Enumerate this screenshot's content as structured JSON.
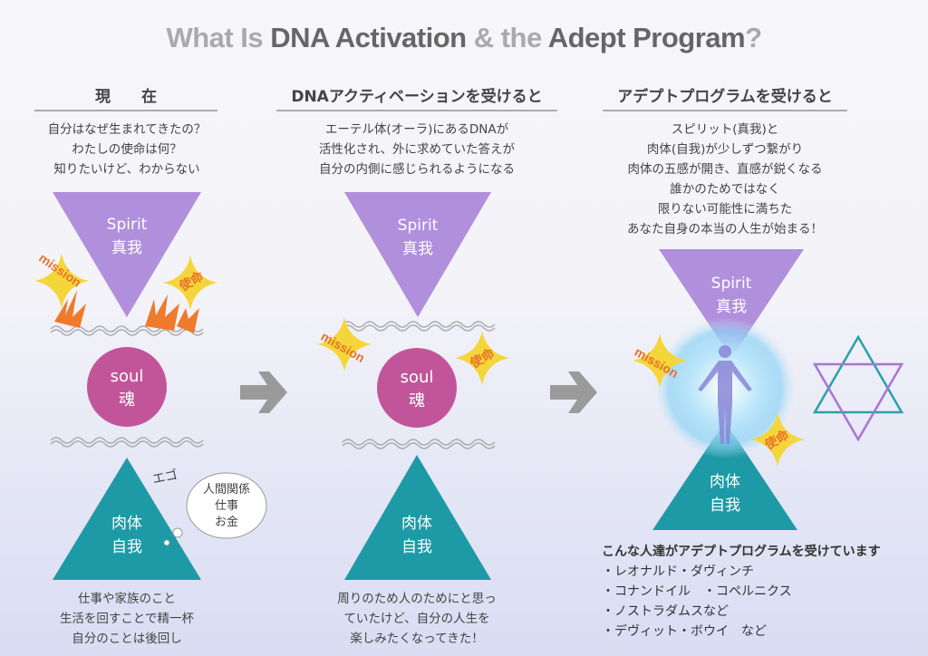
{
  "title": {
    "part1": "What Is ",
    "part2": "DNA Activation",
    "part3": " & the ",
    "part4": "Adept Program",
    "part5": "?"
  },
  "columns": [
    {
      "header": "現　　在",
      "desc": [
        "自分はなぜ生まれてきたの？",
        "わたしの使命は何？",
        "知りたいけど、わからない"
      ],
      "spirit": "Spirit",
      "spirit_jp": "真我",
      "soul": "soul",
      "soul_jp": "魂",
      "body": "肉体",
      "body_jp": "自我",
      "ego": "エゴ",
      "bubble": [
        "人間関係",
        "仕事",
        "お金"
      ],
      "bottom": [
        "仕事や家族のこと",
        "生活を回すことで精一杯",
        "自分のことは後回し"
      ]
    },
    {
      "header": "DNAアクティベーションを受けると",
      "desc": [
        "エーテル体(オーラ)にあるDNAが",
        "活性化され、外に求めていた答えが",
        "自分の内側に感じられるようになる"
      ],
      "spirit": "Spirit",
      "spirit_jp": "真我",
      "soul": "soul",
      "soul_jp": "魂",
      "body": "肉体",
      "body_jp": "自我",
      "bottom": [
        "周りのため人のためにと思っ",
        "ていたけど、自分の人生を",
        "楽しみたくなってきた！"
      ]
    },
    {
      "header": "アデプトプログラムを受けると",
      "desc": [
        "スピリット(真我)と",
        "肉体(自我)が少しずつ繋がり",
        "肉体の五感が開き、直感が鋭くなる",
        "誰かのためではなく",
        "限りない可能性に満ちた",
        "あなた自身の本当の人生が始まる！"
      ],
      "spirit": "Spirit",
      "spirit_jp": "真我",
      "body": "肉体",
      "body_jp": "自我"
    }
  ],
  "badges": {
    "mission": "mission",
    "shimei": "使命"
  },
  "people": {
    "heading": "こんな人達がアデプトプログラムを受けています",
    "items": [
      "・レオナルド・ダヴィンチ",
      "・コナンドイル　・コペルニクス",
      "・ノストラダムスなど",
      "・デヴィット・ボウイ　など"
    ]
  },
  "colors": {
    "spirit": "#b08fdc",
    "soul": "#c2559a",
    "body": "#1e9aa6",
    "arrow": "#9a9a9a",
    "burst": "#f0d43a",
    "flash": "#ef7a2c"
  }
}
